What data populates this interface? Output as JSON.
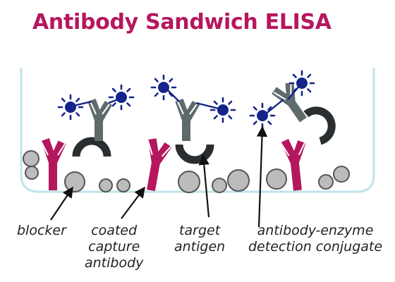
{
  "title": "Antibody Sandwich ELISA",
  "labels": {
    "blocker": [
      "blocker"
    ],
    "capture_antibody": [
      "coated",
      "capture",
      "antibody"
    ],
    "target_antigen": [
      "target",
      "antigen"
    ],
    "detection_conjugate": [
      "antibody-enzyme",
      "detection conjugate"
    ]
  },
  "colors": {
    "title": "#b5175e",
    "capture_antibody": "#b5175e",
    "detection_antibody": "#5f6b6b",
    "antigen": "#2a2e31",
    "blocker": "#bcbcbc",
    "enzyme": "#14248a",
    "well_outline": "#bfe3ea"
  }
}
